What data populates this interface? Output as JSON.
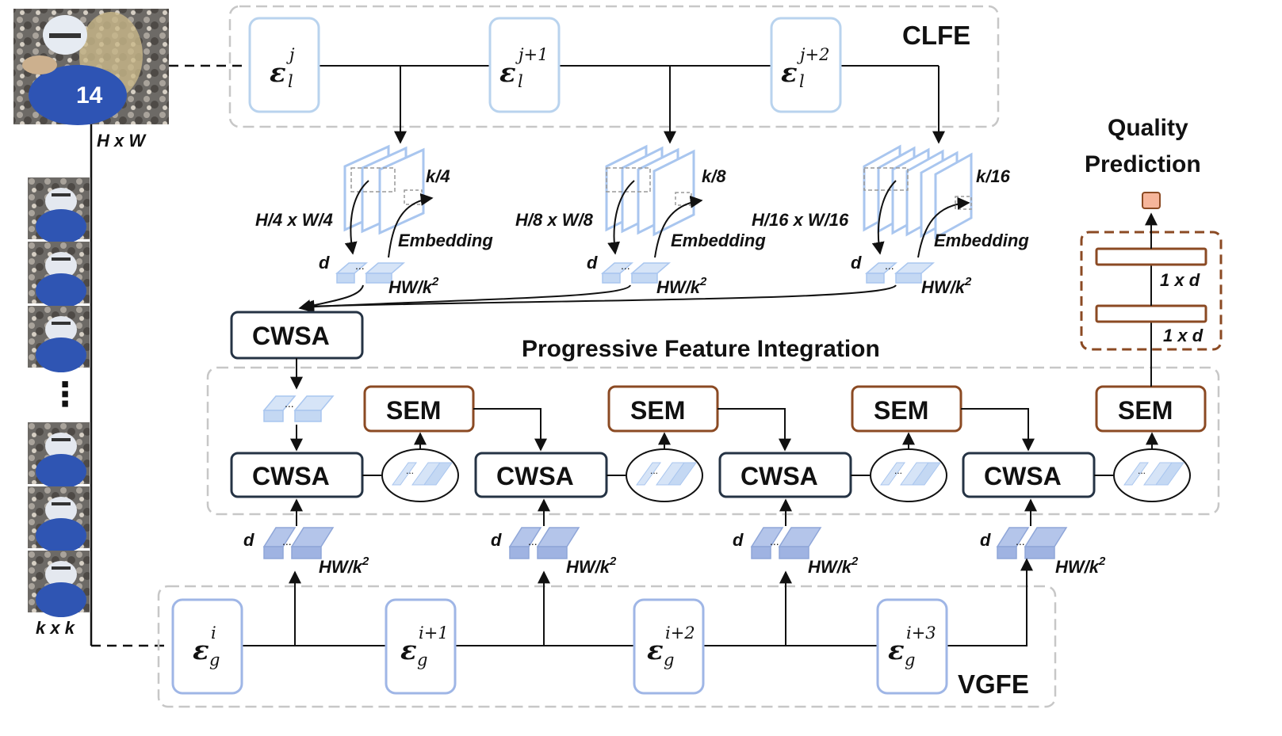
{
  "labels": {
    "clfe": "CLFE",
    "vgfe": "VGFE",
    "quality_prediction_line1": "Quality",
    "quality_prediction_line2": "Prediction",
    "progressive": "Progressive  Feature Integration",
    "input_size": "H x W",
    "patch_size": "k x k",
    "ellipsis_vertical": "⋮",
    "cwsa": "CWSA",
    "sem": "SEM",
    "d": "d",
    "hw_k2": "HW/k",
    "sq": "2",
    "embedding": "Embedding",
    "fc": "1 x d",
    "dots": "..."
  },
  "local_stages": [
    {
      "sym": "ε",
      "sub": "l",
      "sup": "j",
      "size": "H/4 x W/4",
      "k": "k/4"
    },
    {
      "sym": "ε",
      "sub": "l",
      "sup": "j+1",
      "size": "H/8 x W/8",
      "k": "k/8"
    },
    {
      "sym": "ε",
      "sub": "l",
      "sup": "j+2",
      "size": "H/16 x W/16",
      "k": "k/16"
    }
  ],
  "global_stages": [
    {
      "sym": "ε",
      "sub": "g",
      "sup": "i"
    },
    {
      "sym": "ε",
      "sub": "g",
      "sup": "i+1"
    },
    {
      "sym": "ε",
      "sub": "g",
      "sup": "i+2"
    },
    {
      "sym": "ε",
      "sub": "g",
      "sup": "i+3"
    }
  ],
  "colors": {
    "encoder_border": "#b9d3ee",
    "global_border": "#9fb6e6",
    "dark_box": "#253344",
    "sem_border": "#8b4a23",
    "head_border": "#8b4a23",
    "output_fill": "#f6b59a",
    "feature_blue": "#a9c6ef",
    "feature_dark": "#8fa6d8",
    "dash_gray": "#bdbdbd"
  }
}
